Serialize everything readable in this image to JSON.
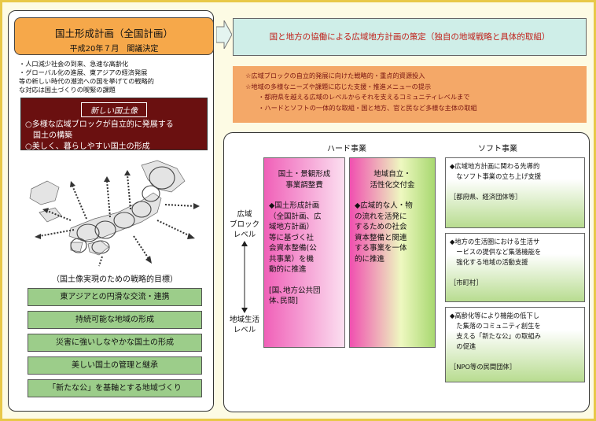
{
  "plan": {
    "title": "国土形成計画（全国計画）",
    "date": "平成20年７月　閣議決定"
  },
  "background_bullets": [
    "・人口減少社会の到来、急速な高齢化",
    "・グローバル化の進展、東アジアの経済発展",
    "等の新しい時代の潮流への国を挙げての戦略的",
    "な対応は国土づくりの喫緊の課題"
  ],
  "vision": {
    "header": "新しい国土像",
    "items": [
      "○多様な広域ブロックが自立的に発展する",
      "　国土の構築",
      "○美しく、暮らしやすい国土の形成"
    ]
  },
  "goals": {
    "title": "（国土像実現のための戦略的目標）",
    "items": [
      "東アジアとの円滑な交流・連携",
      "持続可能な地域の形成",
      "災害に強いしなやかな国土の形成",
      "美しい国土の管理と継承",
      "「新たな公」を基軸とする地域づくり"
    ]
  },
  "top_box": "国と地方の協働による広域地方計画の策定（独自の地域戦略と具体的取組）",
  "orange_lines": [
    "☆広域ブロックの自立的発展に向けた戦略的・重点的資源投入",
    "☆地域の多様なニーズや課題に応じた支援・推進メニューの提示",
    "　・都府県を越える広域のレベルからそれを支えるコミュニティレベルまで",
    "　・ハードとソフトの一体的な取組・国と地方、官と民など多様な主体の取組"
  ],
  "hard": {
    "title": "ハード事業",
    "col1": {
      "head": [
        "国土・景観形成",
        "事業調整費"
      ],
      "body": [
        "◆国土形成計画",
        "（全国計画、広",
        "域地方計画）",
        "等に基づく社",
        "会資本整備(公",
        "共事業）を機",
        "動的に推進",
        "",
        "[国､地方公共団",
        "体､民間]"
      ]
    },
    "col2": {
      "head": [
        "地域自立・",
        "活性化交付金"
      ],
      "body": [
        "◆広域的な人・物",
        "の流れを活発に",
        "するための社会",
        "資本整備と関連",
        "する事業を一体",
        "的に推進"
      ]
    }
  },
  "soft": {
    "title": "ソフト事業",
    "boxes": [
      [
        "◆広域地方計画に関わる先導的",
        "　なソフト事業の立ち上げ支援",
        "",
        "［都府県、経済団体等］"
      ],
      [
        "◆地方の生活圏における生活サ",
        "　ービスの提供など集落機能を",
        "　強化する地域の活動支援",
        "",
        "［市町村］"
      ],
      [
        "◆高齢化等により機能の低下し",
        "　た集落のコミュニティ創生を",
        "　支える「新たな公」の取組み",
        "　の促進",
        "",
        "［NPO等の民間団体］"
      ]
    ]
  },
  "scale": {
    "top": [
      "広域",
      "ブロック",
      "レベル"
    ],
    "bottom": [
      "地域生活",
      "レベル"
    ]
  }
}
